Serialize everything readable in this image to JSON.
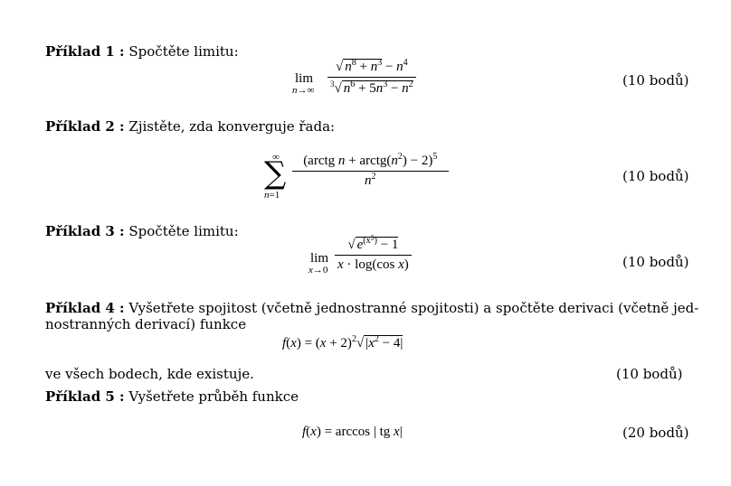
{
  "problems": [
    {
      "label": "Příklad 1 :",
      "text": "Spočtěte limitu:",
      "points": "(10 bodů)"
    },
    {
      "label": "Příklad 2 :",
      "text": "Zjistěte, zda konverguje řada:",
      "points": "(10 bodů)"
    },
    {
      "label": "Příklad 3 :",
      "text": "Spočtěte limitu:",
      "points": "(10 bodů)"
    },
    {
      "label": "Příklad 4 :",
      "text_line1": "Vyšetřete spojitost (včetně jednostranné spojitosti) a spočtěte derivaci (včetně jed-",
      "text_line2": "nostranných derivací) funkce",
      "text_after": "ve všech bodech, kde existuje.",
      "points": "(10 bodů)"
    },
    {
      "label": "Příklad 5 :",
      "text": "Vyšetřete průběh funkce",
      "points": "(20 bodů)"
    }
  ]
}
